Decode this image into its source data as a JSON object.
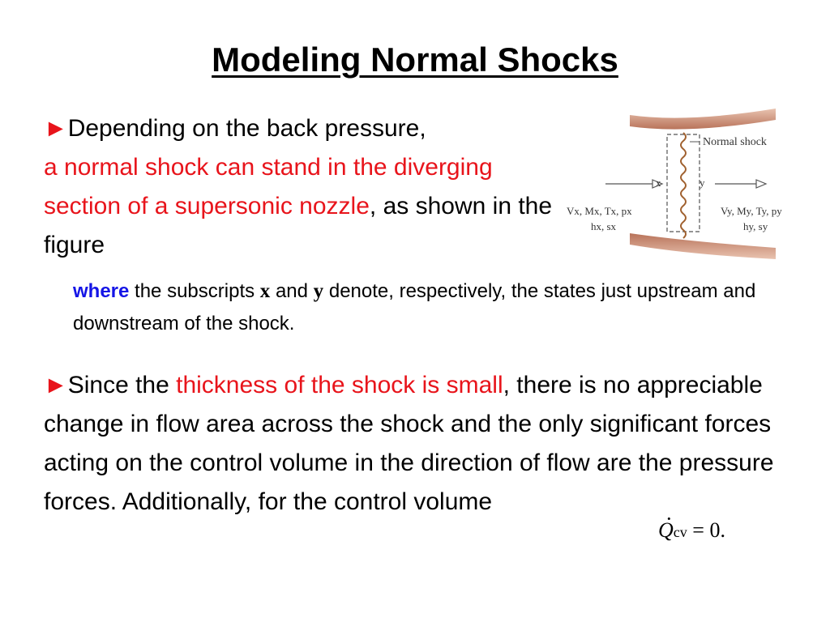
{
  "slide": {
    "title": "Modeling Normal Shocks",
    "bullet_marker": "►",
    "bullet1": {
      "part1": "Depending on the back pressure,",
      "part2_red": "a normal shock can stand in the diverging section of a supersonic nozzle",
      "part3": ", as shown in the figure"
    },
    "note": {
      "where": "where",
      "t1": " the subscripts ",
      "x": "x",
      "t2": " and ",
      "y": "y",
      "t3": " denote, respectively, the states just upstream and downstream of the shock."
    },
    "bullet2": {
      "part1": "Since the ",
      "part2_red": "thickness of the shock is small",
      "part3": ", there is no appreciable change in flow area across the shock and the only significant forces acting on the control volume in the direction of flow are the pressure forces.  Additionally, for the control volume"
    },
    "equation": {
      "symbol": "Q",
      "dot": "·",
      "subscript": "cv",
      "rest": " = 0."
    }
  },
  "figure": {
    "label_normal_shock": "Normal shock",
    "label_x": "x",
    "label_y": "y",
    "left_state_line1": "Vx, Mx, Tx, px",
    "left_state_line2": "hx, sx",
    "right_state_line1": "Vy, My, Ty, py",
    "right_state_line2": "hy, sy",
    "wall_color": "#c9876a"
  }
}
